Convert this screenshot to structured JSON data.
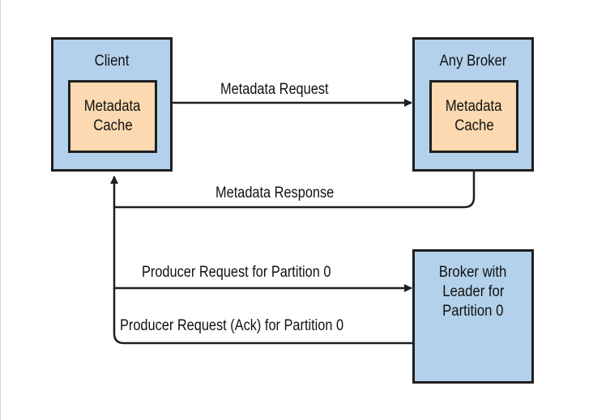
{
  "nodes": {
    "client": {
      "title": "Client",
      "cache_line1": "Metadata",
      "cache_line2": "Cache"
    },
    "any_broker": {
      "title": "Any Broker",
      "cache_line1": "Metadata",
      "cache_line2": "Cache"
    },
    "leader_broker": {
      "line1": "Broker with",
      "line2": "Leader for",
      "line3": "Partition 0"
    }
  },
  "edges": {
    "metadata_request": "Metadata Request",
    "metadata_response": "Metadata Response",
    "producer_request": "Producer Request for Partition 0",
    "producer_ack": "Producer Request (Ack) for Partition 0"
  },
  "colors": {
    "node_fill": "#b3d1ea",
    "cache_fill": "#fcd9b0",
    "stroke": "#1f1f1f"
  }
}
